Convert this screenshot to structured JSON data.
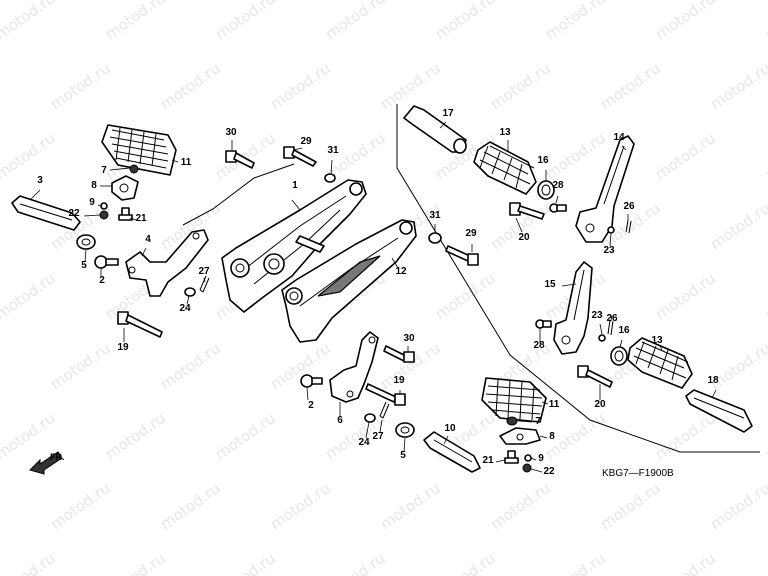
{
  "diagram": {
    "watermark": "motod.ru",
    "diagram_code": "KBG7—F1900B",
    "front_marker": "FR.",
    "callouts": [
      "1",
      "2",
      "2",
      "3",
      "4",
      "5",
      "5",
      "6",
      "7",
      "7",
      "8",
      "8",
      "9",
      "9",
      "10",
      "11",
      "11",
      "12",
      "13",
      "13",
      "14",
      "15",
      "16",
      "16",
      "17",
      "18",
      "19",
      "19",
      "20",
      "20",
      "21",
      "21",
      "22",
      "22",
      "23",
      "23",
      "24",
      "24",
      "26",
      "26",
      "27",
      "27",
      "28",
      "28",
      "29",
      "29",
      "30",
      "30",
      "31",
      "31"
    ]
  }
}
